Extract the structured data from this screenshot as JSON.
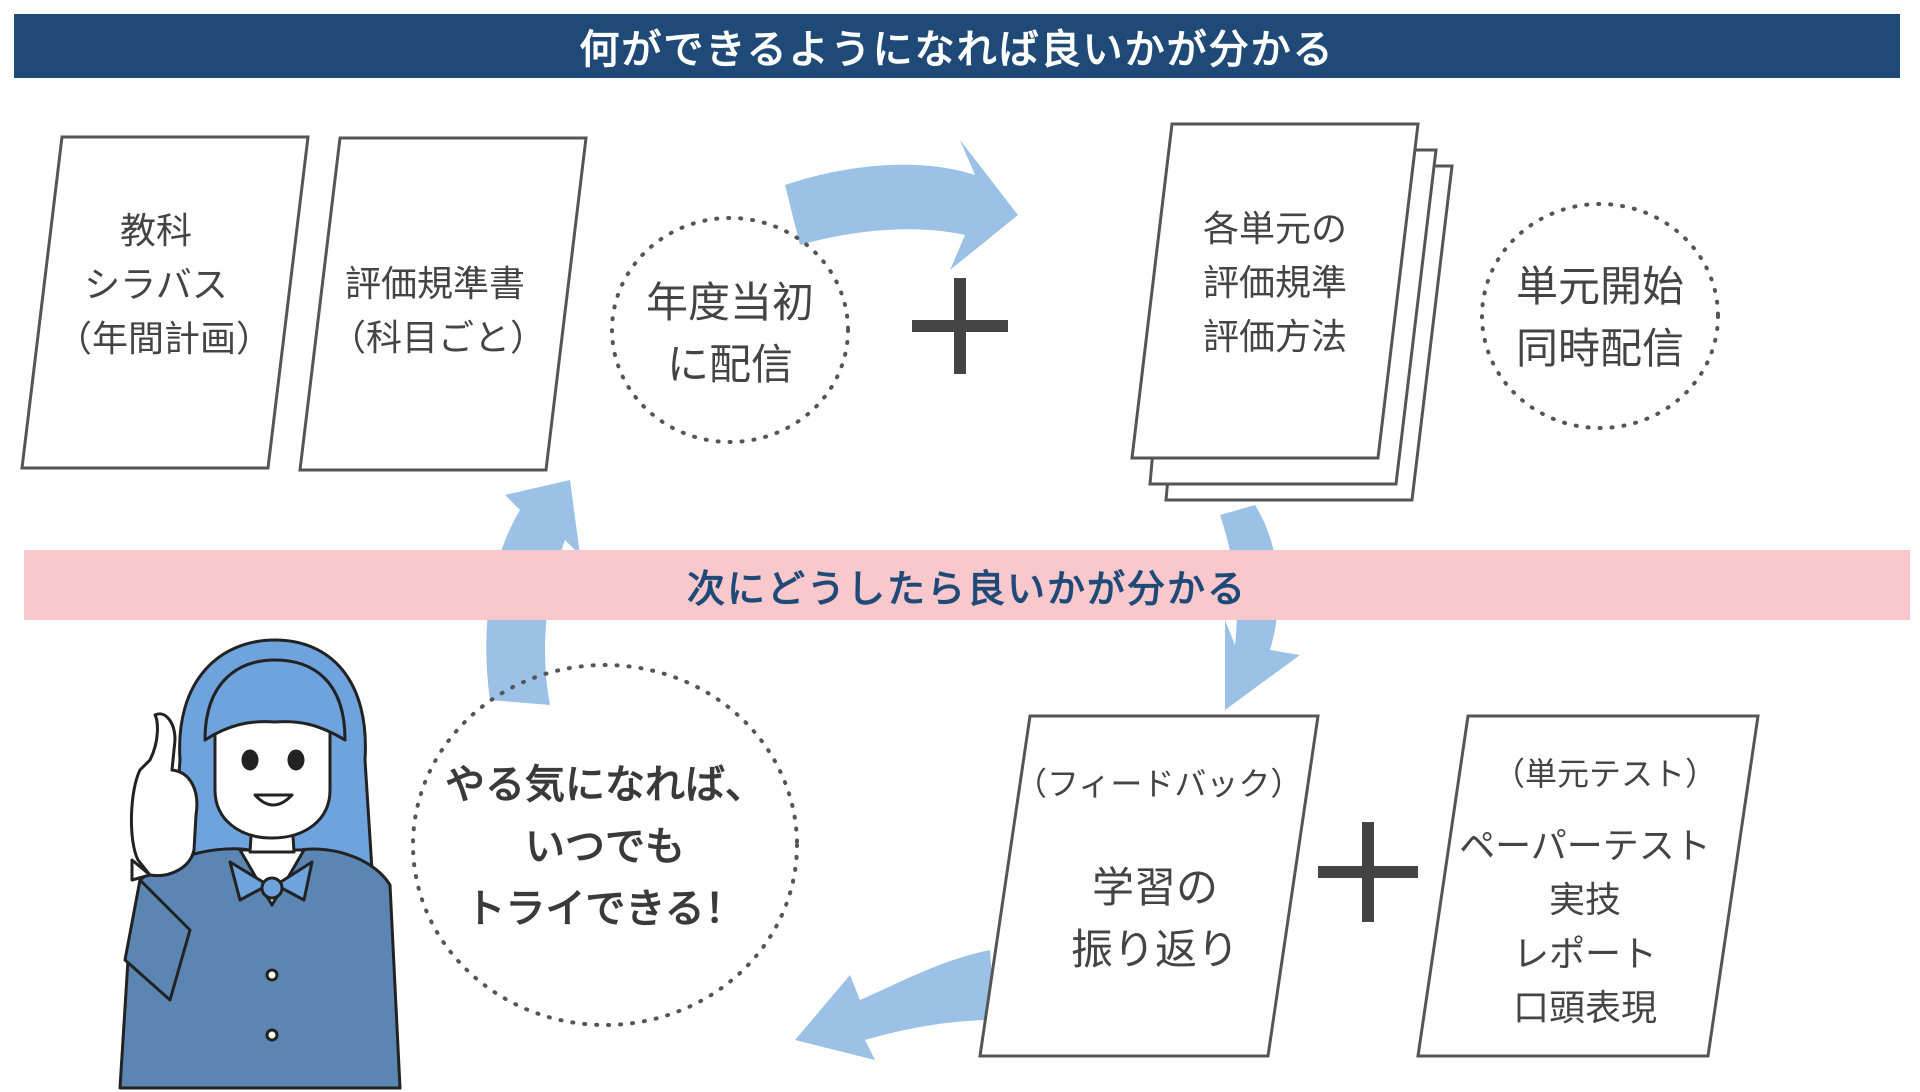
{
  "header": {
    "title": "何ができるようになれば良いかが分かる"
  },
  "middle_banner": {
    "title": "次にどうしたら良いかが分かる"
  },
  "documents": {
    "syllabus": [
      "教科",
      "シラバス",
      "（年間計画）"
    ],
    "rubric": [
      "評価規準書",
      "（科目ごと）"
    ],
    "unit_criteria": [
      "各単元の",
      "評価規準",
      "評価方法"
    ],
    "feedback": {
      "caption": "（フィードバック）",
      "lines": [
        "学習の",
        "振り返り"
      ]
    },
    "unit_test": {
      "caption": "（単元テスト）",
      "lines": [
        "ペーパーテスト",
        "実技",
        "レポート",
        "口頭表現"
      ]
    }
  },
  "bubbles": {
    "start_of_year": [
      "年度当初",
      "に配信"
    ],
    "unit_start": [
      "単元開始",
      "同時配信"
    ],
    "student": [
      "やる気になれば、",
      "いつでも",
      "トライできる！"
    ]
  },
  "symbols": {
    "plus": "＋"
  },
  "colors": {
    "banner_top": "#1f4a78",
    "banner_mid": "#f8c8cc",
    "arrow": "#9bc2e6",
    "doc_border": "#555555",
    "student_hair": "#6fa3dd",
    "student_jacket": "#5b86b3"
  },
  "icons": {
    "arrows": "curved-cycle-arrow",
    "student": "student-thumbs-up-illustration"
  }
}
